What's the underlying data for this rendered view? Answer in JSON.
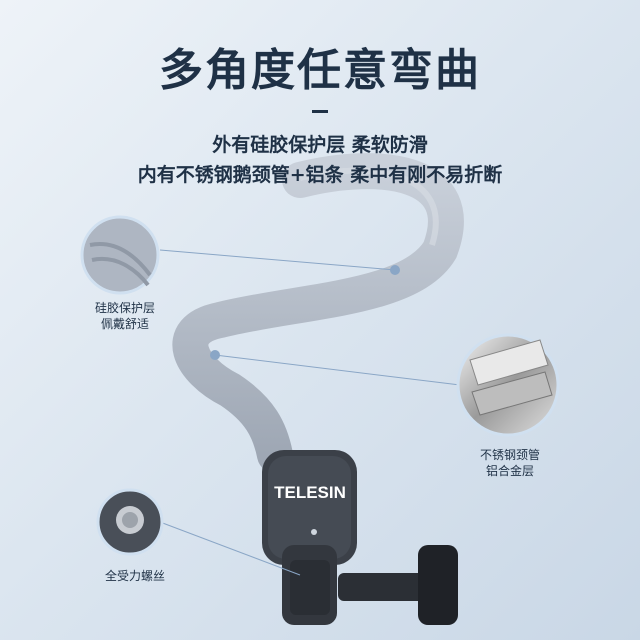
{
  "title": "多角度任意弯曲",
  "subtitle_line1": "外有硅胶保护层 柔软防滑",
  "subtitle_line2": "内有不锈钢鹅颈管+铝条 柔中有刚不易折断",
  "brand": "TELESIN",
  "callouts": {
    "silicone": [
      "硅胶保护层",
      "佩戴舒适"
    ],
    "steel": [
      "不锈钢颈管",
      "铝合金层"
    ],
    "screw": [
      "全受力螺丝"
    ]
  },
  "colors": {
    "title": "#1f3146",
    "band": "#b7bfcb",
    "mount": "#3b4048",
    "line": "#8aa6c6"
  }
}
